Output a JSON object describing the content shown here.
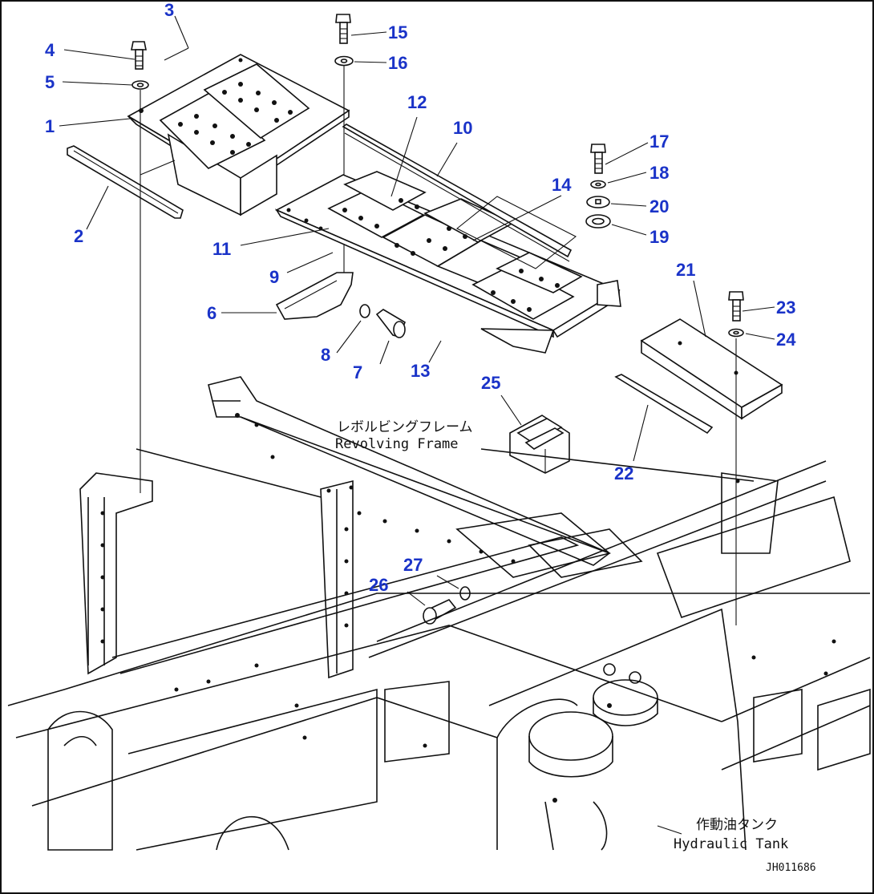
{
  "callouts": [
    "1",
    "2",
    "3",
    "4",
    "5",
    "6",
    "7",
    "8",
    "9",
    "10",
    "11",
    "12",
    "13",
    "14",
    "15",
    "16",
    "17",
    "18",
    "19",
    "20",
    "21",
    "22",
    "23",
    "24",
    "25",
    "26",
    "27"
  ],
  "labels": {
    "revolving_frame_jp": "レボルビングフレーム",
    "revolving_frame_en": "Revolving Frame",
    "hydraulic_tank_jp": "作動油タンク",
    "hydraulic_tank_en": "Hydraulic Tank"
  },
  "drawing_code": "JH011686",
  "colors": {
    "callout": "#1a33c8",
    "line": "#111111",
    "background": "#ffffff"
  }
}
